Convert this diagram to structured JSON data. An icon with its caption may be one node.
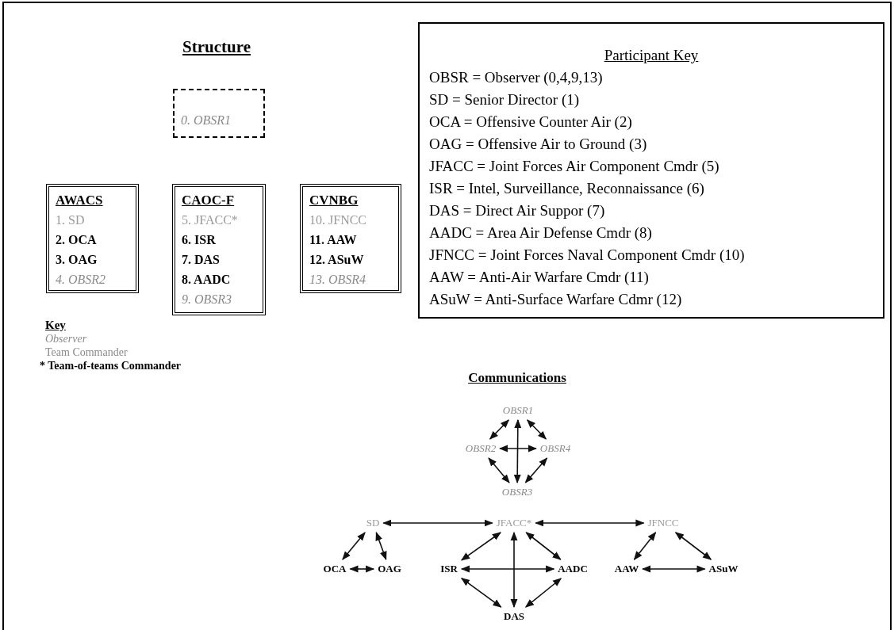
{
  "diagram": {
    "nodes": [
      {
        "text": [
          "0. OBSR1"
        ]
      },
      {
        "text": [
          "AWACS",
          "1. SD",
          "2. OCA",
          "3. OAG",
          "4. OBSR2"
        ]
      },
      {
        "text": [
          "CAOC-F",
          "5. JFACC*",
          "6. ISR",
          "7. DAS",
          "8. AADC",
          "9. OBSR3"
        ]
      },
      {
        "text": [
          "CVNBG",
          "10. JFNCC",
          "11. AAW",
          "12. ASuW",
          "13. OBSR4"
        ]
      },
      {
        "text": [
          "Participant Key",
          "OBSR = Observer (0,4,9,13)",
          "SD = Senior Director (1)",
          "OCA = Offensive Counter Air (2)",
          "OAG = Offensive Air to Ground (3)",
          "JFACC = Joint Forces Air Component Cmdr (5)",
          "ISR = Intel, Surveillance, Reconnaissance (6)",
          "DAS = Direct Air Suppor (7)",
          "AADC = Area Air Defense Cmdr (8)",
          "JFNCC = Joint Forces Naval Component Cmdr (10)",
          "AAW = Anti-Air Warfare Cmdr (11)",
          "ASuW = Anti-Surface Warfare Cdmr (12)"
        ]
      },
      {
        "text": [
          "OBSR1"
        ]
      },
      {
        "text": [
          "OBSR2"
        ]
      },
      {
        "text": [
          "OBSR4"
        ]
      },
      {
        "text": [
          "OBSR3"
        ]
      },
      {
        "text": [
          "SD"
        ]
      },
      {
        "text": [
          "JFACC*"
        ]
      },
      {
        "text": [
          "JFNCC"
        ]
      },
      {
        "text": [
          "OCA"
        ]
      },
      {
        "text": [
          "OAG"
        ]
      },
      {
        "text": [
          "ISR"
        ]
      },
      {
        "text": [
          "AADC"
        ]
      },
      {
        "text": [
          "AAW"
        ]
      },
      {
        "text": [
          "ASuW"
        ]
      },
      {
        "text": [
          "DAS"
        ]
      }
    ],
    "edges": [
      {
        "from": 5,
        "to": 6,
        "arrow": "both"
      },
      {
        "from": 5,
        "to": 7,
        "arrow": "both"
      },
      {
        "from": 5,
        "to": 8,
        "arrow": "both"
      },
      {
        "from": 6,
        "to": 7,
        "arrow": "both"
      },
      {
        "from": 6,
        "to": 8,
        "arrow": "both"
      },
      {
        "from": 7,
        "to": 8,
        "arrow": "both"
      },
      {
        "from": 9,
        "to": 10,
        "arrow": "both"
      },
      {
        "from": 10,
        "to": 11,
        "arrow": "both"
      },
      {
        "from": 9,
        "to": 12,
        "arrow": "both"
      },
      {
        "from": 9,
        "to": 13,
        "arrow": "both"
      },
      {
        "from": 12,
        "to": 13,
        "arrow": "both"
      },
      {
        "from": 10,
        "to": 14,
        "arrow": "both"
      },
      {
        "from": 10,
        "to": 15,
        "arrow": "both"
      },
      {
        "from": 10,
        "to": 18,
        "arrow": "both"
      },
      {
        "from": 14,
        "to": 15,
        "arrow": "both"
      },
      {
        "from": 14,
        "to": 18,
        "arrow": "both"
      },
      {
        "from": 15,
        "to": 18,
        "arrow": "both"
      },
      {
        "from": 11,
        "to": 16,
        "arrow": "both"
      },
      {
        "from": 11,
        "to": 17,
        "arrow": "both"
      },
      {
        "from": 16,
        "to": 17,
        "arrow": "both"
      }
    ],
    "labels": [
      "Structure",
      "Key",
      "Observer",
      "Team Commander",
      "* Team-of-teams Commander",
      "Communications"
    ]
  }
}
